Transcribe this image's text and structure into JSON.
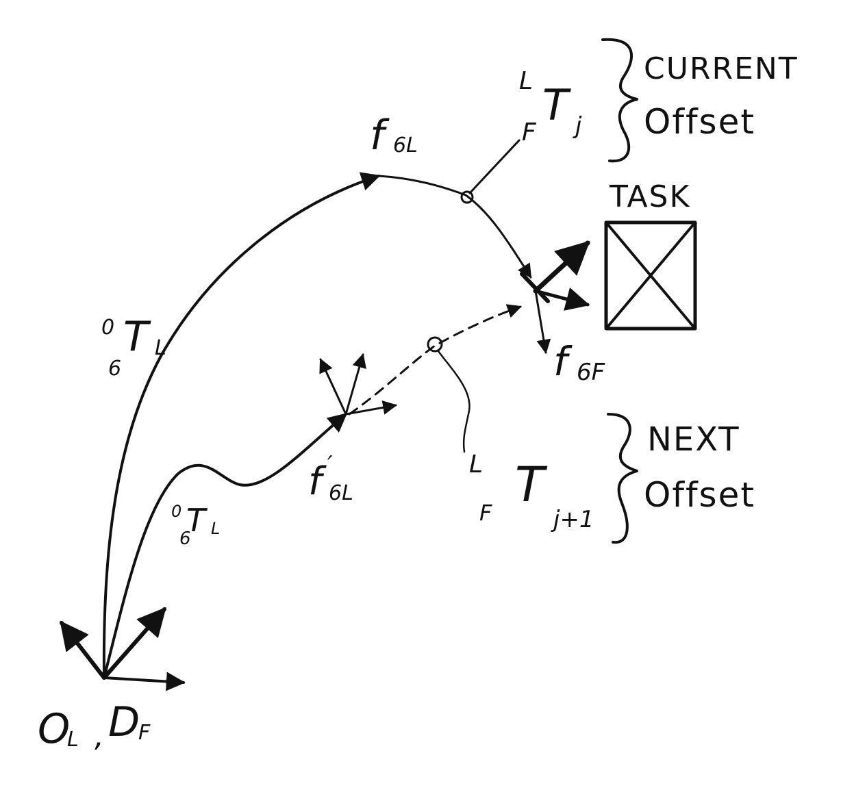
{
  "labels": {
    "origin": {
      "main1": "O",
      "sub1": "L",
      "sep": ",",
      "main2": "D",
      "sub2": "F"
    },
    "upper_path": {
      "pre_sup": "0",
      "pre_sub": "6",
      "main": "T",
      "sub": "L"
    },
    "lower_path": {
      "pre_sup": "0",
      "pre_sub": "6",
      "main": "T",
      "sub": "L"
    },
    "f6L": {
      "main": "f",
      "sub": "6L"
    },
    "f6L_prime": {
      "main": "f",
      "prime": "′",
      "sub": "6L"
    },
    "f6F": {
      "main": "f",
      "sub": "6F"
    },
    "current_transform": {
      "pre_sup": "L",
      "pre_sub": "F",
      "main": "T",
      "sub": "j"
    },
    "next_transform": {
      "pre_sup": "L",
      "pre_sub": "F",
      "main": "T",
      "sub": "j+1"
    },
    "current_offset": {
      "line1": "CURRENT",
      "line2": "Offset"
    },
    "next_offset": {
      "line1": "NEXT",
      "line2": "Offset"
    },
    "task": "TASK"
  },
  "colors": {
    "ink": "#111111",
    "background": "#ffffff"
  }
}
